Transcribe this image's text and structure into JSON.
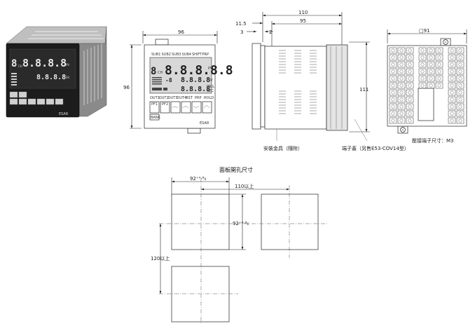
{
  "product_photo": {
    "brand": "ESAR",
    "ch_label": "CH",
    "pv_label": "PV",
    "sv_label": "SV"
  },
  "front_view": {
    "width_dim": "96",
    "height_dim": "96",
    "top_labels": [
      "SUB1",
      "SUB2",
      "SUB3",
      "SUB4",
      "SHIFT",
      "PRP"
    ],
    "ch_label": "CH",
    "pv_label": "PV",
    "sv_label": "SV",
    "prg_label": "PRG.",
    "sec_label": "SEC",
    "bottom_labels": [
      "OUT1",
      "OUT2",
      "OUT3",
      "OUT4",
      "RST",
      "PRP",
      "HOLD"
    ],
    "key_labels": [
      "PF1",
      "PF2"
    ],
    "bank_label": "BANK",
    "brand": "ESAR"
  },
  "side_view": {
    "total_depth": "110",
    "body_depth": "95",
    "bezel_dim": "11.5",
    "dim_3": "3",
    "dim_2": "2",
    "height_dim": "111",
    "bracket_label": "安裝金具（隨附）",
    "terminal_cover_label": "端子蓋（另售E53-COV14型）"
  },
  "rear_view": {
    "square_dim": "□91",
    "screw_label": "壓接端子尺寸：M3"
  },
  "panel_cutout": {
    "title": "面板開孔尺寸",
    "width_dim": "92⁺⁰·⁸₀",
    "spacing_h": "110以上",
    "height_dim": "92⁺⁰·⁸₀",
    "spacing_v": "120以上"
  }
}
